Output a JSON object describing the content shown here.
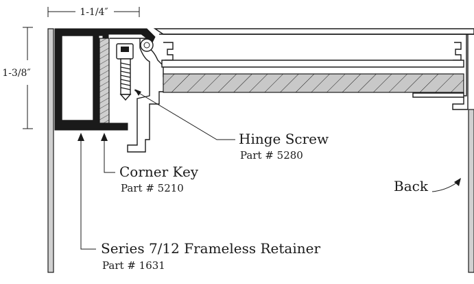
{
  "dimensions": {
    "width_label": "1-1/4″",
    "height_label": "1-3/8″"
  },
  "callouts": {
    "hinge_screw": {
      "name": "Hinge Screw",
      "part": "Part # 5280"
    },
    "corner_key": {
      "name": "Corner Key",
      "part": "Part # 5210"
    },
    "retainer": {
      "name": "Series 7/12 Frameless Retainer",
      "part": "Part # 1631"
    },
    "back": {
      "name": "Back"
    }
  },
  "icons": [
    "hinge-screw-icon",
    "corner-key-icon",
    "retainer-profile-icon"
  ]
}
